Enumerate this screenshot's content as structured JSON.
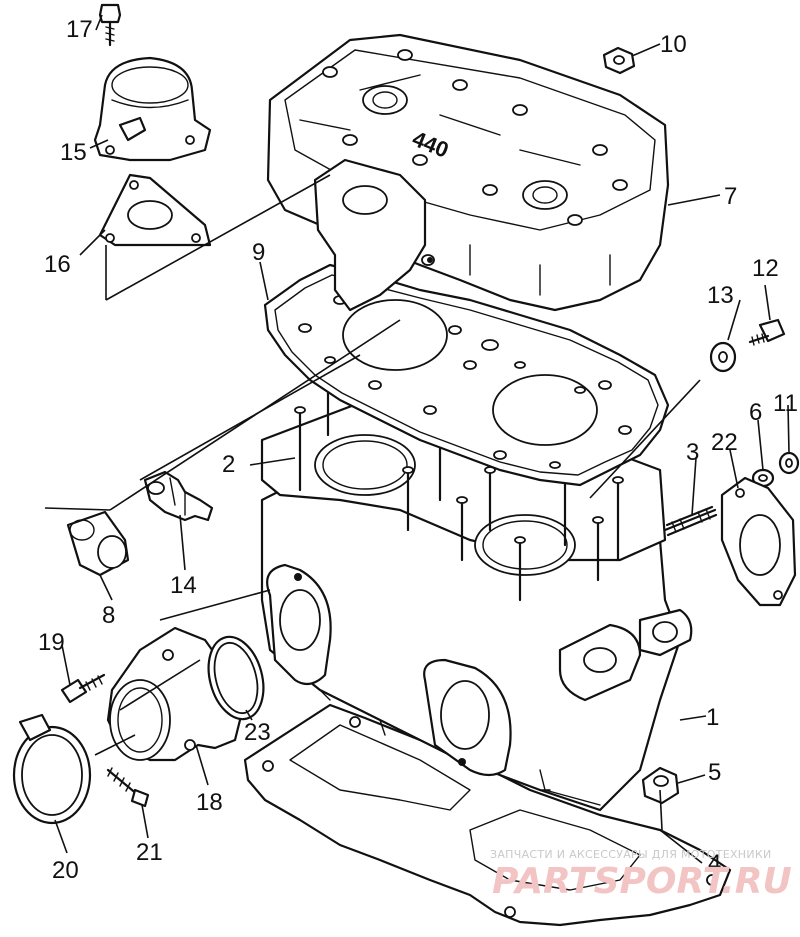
{
  "diagram": {
    "callouts": [
      {
        "id": "1",
        "text": "1"
      },
      {
        "id": "2",
        "text": "2"
      },
      {
        "id": "3",
        "text": "3"
      },
      {
        "id": "4",
        "text": "4"
      },
      {
        "id": "5",
        "text": "5"
      },
      {
        "id": "6",
        "text": "6"
      },
      {
        "id": "7",
        "text": "7"
      },
      {
        "id": "8",
        "text": "8"
      },
      {
        "id": "9",
        "text": "9"
      },
      {
        "id": "10",
        "text": "10"
      },
      {
        "id": "11",
        "text": "11"
      },
      {
        "id": "12",
        "text": "12"
      },
      {
        "id": "13",
        "text": "13"
      },
      {
        "id": "14",
        "text": "14"
      },
      {
        "id": "15",
        "text": "15"
      },
      {
        "id": "16",
        "text": "16"
      },
      {
        "id": "17",
        "text": "17"
      },
      {
        "id": "18",
        "text": "18"
      },
      {
        "id": "19",
        "text": "19"
      },
      {
        "id": "20",
        "text": "20"
      },
      {
        "id": "21",
        "text": "21"
      },
      {
        "id": "22",
        "text": "22"
      },
      {
        "id": "23",
        "text": "23"
      }
    ],
    "engraving": "440"
  },
  "watermark": {
    "caption": "ЗАПЧАСТИ И АКСЕССУАРЫ ДЛЯ МОТОТЕХНИКИ",
    "logo": "PARTSPORT.RU",
    "color": "#f2c4c4"
  }
}
